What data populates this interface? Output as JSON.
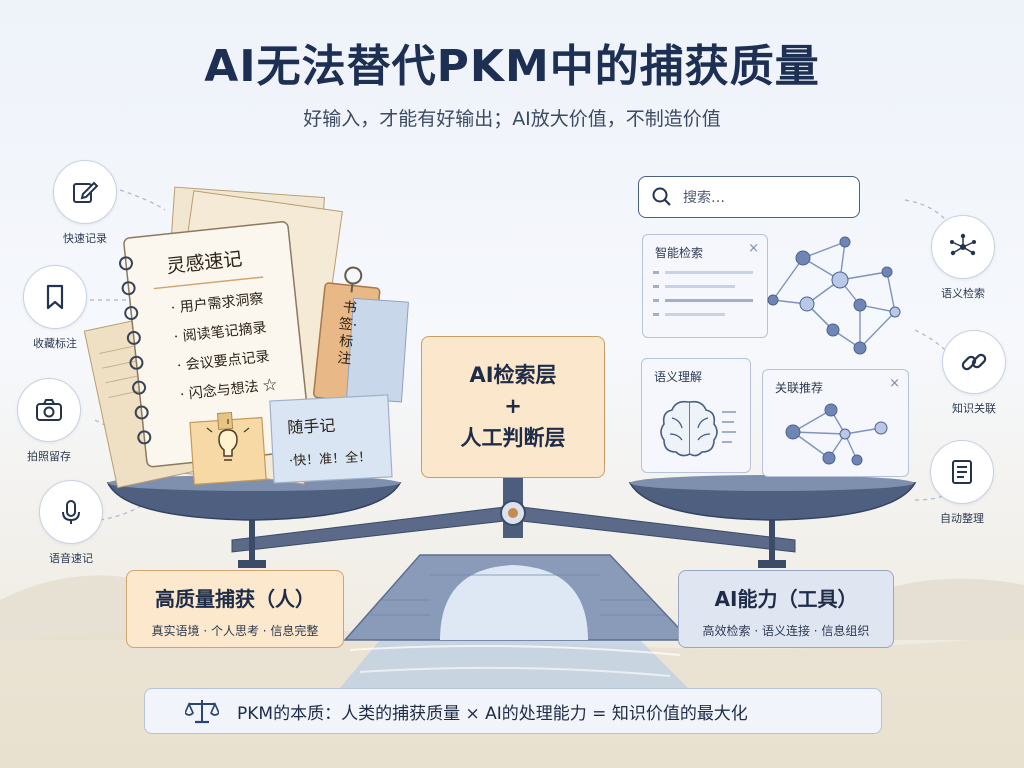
{
  "header": {
    "title": "AI无法替代PKM中的捕获质量",
    "subtitle": "好输入，才能有好输出；AI放大价值，不制造价值"
  },
  "left_icons": [
    {
      "label": "快速记录",
      "icon": "pencil-edit-icon"
    },
    {
      "label": "收藏标注",
      "icon": "bookmark-icon"
    },
    {
      "label": "拍照留存",
      "icon": "camera-icon"
    },
    {
      "label": "语音速记",
      "icon": "microphone-icon"
    }
  ],
  "right_icons": [
    {
      "label": "语义检索",
      "icon": "network-node-icon"
    },
    {
      "label": "知识关联",
      "icon": "link-icon"
    },
    {
      "label": "自动整理",
      "icon": "document-list-icon"
    }
  ],
  "notebook": {
    "title": "灵感速记",
    "items": [
      "· 用户需求洞察",
      "· 阅读笔记摘录",
      "· 会议要点记录",
      "· 闪念与想法 ☆"
    ]
  },
  "bookmark_tag": {
    "line1": "书签·",
    "line2": "标注"
  },
  "sticky_note": {
    "line1": "随手记",
    "line2": "·快！准！全！"
  },
  "search": {
    "placeholder": "搜索…"
  },
  "cards": {
    "smart_search": "智能检索",
    "semantic_understanding": "语义理解",
    "related_recommend": "关联推荐",
    "close_symbol": "×"
  },
  "center": {
    "line1": "AI检索层",
    "line2": "+",
    "line3": "人工判断层"
  },
  "left_box": {
    "title": "高质量捕获（人）",
    "subtitle": "真实语境 · 个人思考 · 信息完整"
  },
  "right_box": {
    "title": "AI能力（工具）",
    "subtitle": "高效检索 · 语义连接 · 信息组织"
  },
  "footer": {
    "text": "PKM的本质：人类的捕获质量 × AI的处理能力 = 知识价值的最大化"
  },
  "colors": {
    "navy": "#1d2f52",
    "orange_box": "#fce8cc",
    "blue_box": "#dfe6f2",
    "node_blue": "#6f86b4"
  }
}
